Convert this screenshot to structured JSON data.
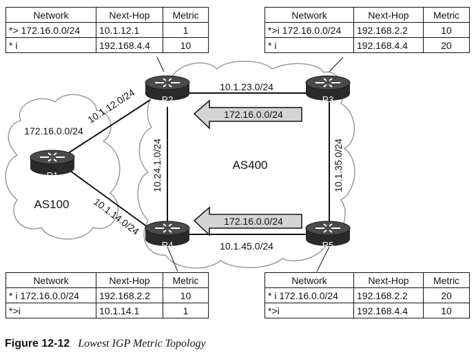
{
  "tables": {
    "r2": {
      "headers": [
        "Network",
        "Next-Hop",
        "Metric"
      ],
      "rows": [
        [
          "*> 172.16.0.0/24",
          "10.1.12.1",
          "1"
        ],
        [
          "* i",
          "192.168.4.4",
          "10"
        ]
      ]
    },
    "r3": {
      "headers": [
        "Network",
        "Next-Hop",
        "Metric"
      ],
      "rows": [
        [
          "*>i 172.16.0.0/24",
          "192.168.2.2",
          "10"
        ],
        [
          "* i",
          "192.168.4.4",
          "20"
        ]
      ]
    },
    "r4": {
      "headers": [
        "Network",
        "Next-Hop",
        "Metric"
      ],
      "rows": [
        [
          "* i 172.16.0.0/24",
          "192.168.2.2",
          "10"
        ],
        [
          "*>i",
          "10.1.14.1",
          "1"
        ]
      ]
    },
    "r5": {
      "headers": [
        "Network",
        "Next-Hop",
        "Metric"
      ],
      "rows": [
        [
          "* i 172.16.0.0/24",
          "192.168.2.2",
          "20"
        ],
        [
          "*>i",
          "192.168.4.4",
          "10"
        ]
      ]
    }
  },
  "routers": {
    "r1": "R1",
    "r2": "R2",
    "r3": "R3",
    "r4": "R4",
    "r5": "R5"
  },
  "clouds": {
    "as100": "AS100",
    "as400": "AS400"
  },
  "links": {
    "r1_r2": "10.1.12.0/24",
    "r1_r4": "10.1.14.0/24",
    "r2_r3": "10.1.23.0/24",
    "r2_r4": "10.24.1.0/24",
    "r3_r5": "10.1.35.0/24",
    "r4_r5": "10.1.45.0/24"
  },
  "prefix_label": "172.16.0.0/24",
  "arrows": {
    "top": "172.16.0.0/24",
    "bottom": "172.16.0.0/24"
  },
  "caption": {
    "figure": "Figure 12-12",
    "title": "Lowest IGP Metric Topology"
  },
  "colors": {
    "router": "#2a2a2a",
    "arrow_fill": "#d4d4d4",
    "cloud_stroke": "#9a9a9a"
  }
}
